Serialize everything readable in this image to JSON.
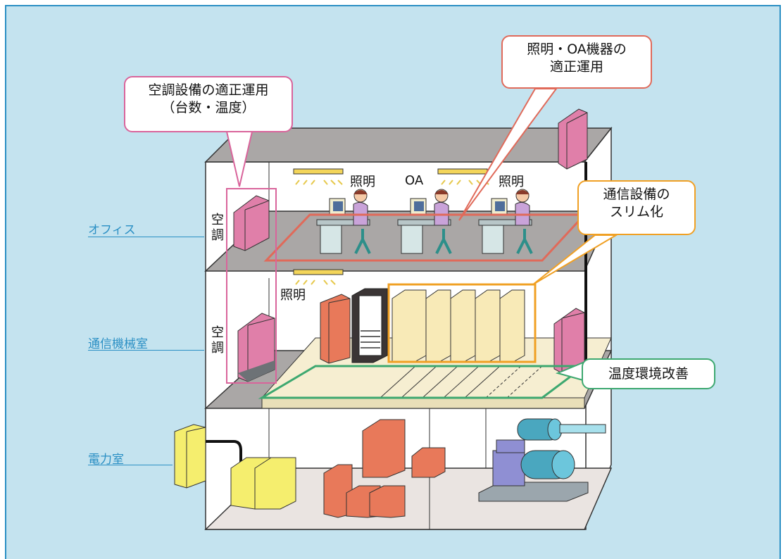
{
  "floors": {
    "office": "オフィス",
    "telecom_room": "通信機械室",
    "power_room": "電力室"
  },
  "callouts": {
    "hvac": {
      "line1": "空調設備の適正運用",
      "line2": "（台数・温度）"
    },
    "lighting_oa": {
      "line1": "照明・OA機器の",
      "line2": "適正運用"
    },
    "telecom": {
      "line1": "通信設備の",
      "line2": "スリム化"
    },
    "temperature": "温度環境改善"
  },
  "labels": {
    "lighting": "照明",
    "oa": "OA",
    "hvac_char1": "空",
    "hvac_char2": "調"
  },
  "colors": {
    "background": "#c4e3ef",
    "frame": "#2a8fc4",
    "hvac_callout": "#d9649b",
    "oa_callout": "#e06a5a",
    "telecom_callout": "#f0a024",
    "temperature_callout": "#3da870"
  }
}
